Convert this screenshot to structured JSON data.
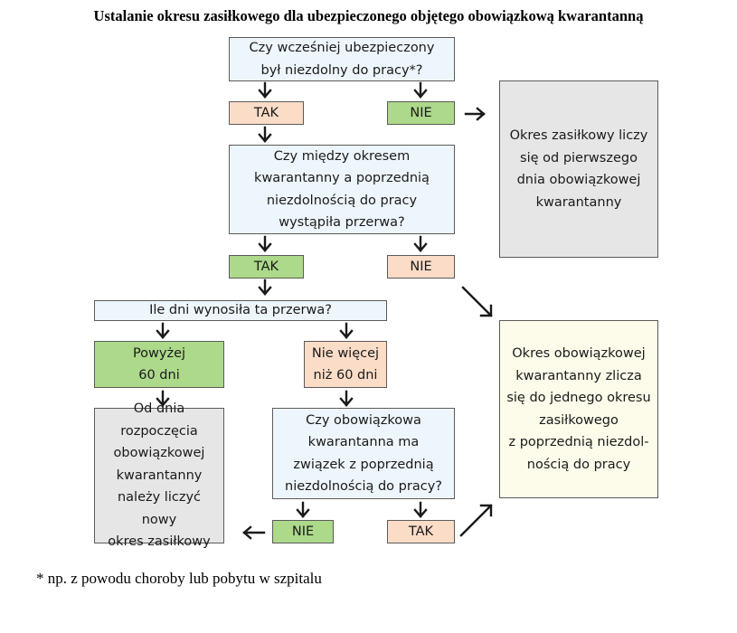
{
  "title": "Ustalanie okresu zasiłkowego dla ubezpieczonego objętego obowiązkową kwarantanną",
  "nodes": {
    "q1": "Czy wcześniej ubezpieczony\nbył niezdolny do pracy*?",
    "q1_yes": "TAK",
    "q1_no": "NIE",
    "r1": "Okres zasiłkowy liczy\nsię od pierwszego\ndnia obowiązkowej\nkwarantanny",
    "q2": "Czy między okresem\nkwarantanny a poprzednią\nniezdolnością do pracy\nwystąpiła przerwa?",
    "q2_yes": "TAK",
    "q2_no": "NIE",
    "q3": "Ile dni wynosiła ta przerwa?",
    "q3_over": "Powyżej\n60 dni",
    "q3_under": "Nie więcej\nniż 60 dni",
    "r2": "Okres obowiązkowej\nkwarantanny zlicza\nsię do jednego okresu\nzasiłkowego\nz poprzednią niezdol-\nnością do pracy",
    "r3": "Od dnia\nrozpoczęcia\nobowiązkowej\nkwarantanny\nnależy liczyć nowy\nokres zasiłkowy",
    "q4": "Czy obowiązkowa\nkwarantanna ma\nzwiązek z poprzednią\nniezdolnością do pracy?",
    "q4_no": "NIE",
    "q4_yes": "TAK"
  },
  "footnote": "* np. z powodu choroby lub pobytu w szpitalu",
  "colors": {
    "question": "#eef6fd",
    "green": "#acd98a",
    "peach": "#fbdcc7",
    "gray_result": "#e6e6e6",
    "yellow_result": "#fdfcea",
    "arrow": "#1a1a1a"
  }
}
